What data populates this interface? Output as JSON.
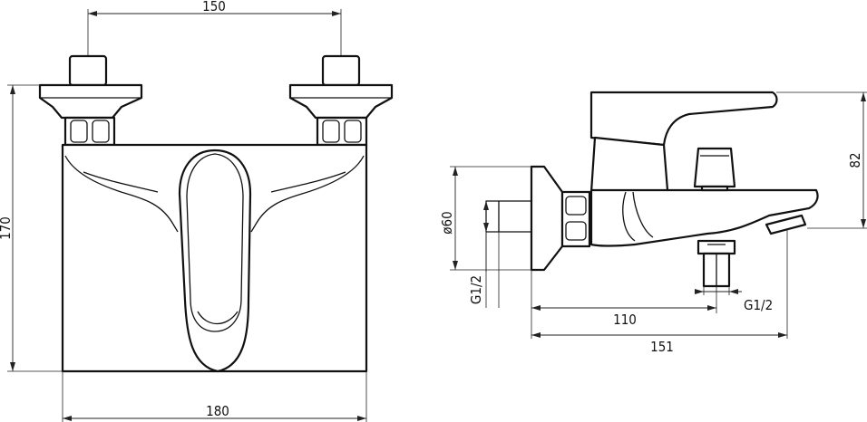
{
  "drawing": {
    "front_view": {
      "dim_top_spacing": "150",
      "dim_height": "170",
      "dim_width": "180"
    },
    "side_view": {
      "dim_depth_total": "151",
      "dim_depth_inlet": "110",
      "dim_height": "82",
      "dim_flange_diameter": "ø60",
      "thread_wall": "G1/2",
      "thread_outlet": "G1/2"
    },
    "line_color": "#111111",
    "background": "#ffffff"
  }
}
